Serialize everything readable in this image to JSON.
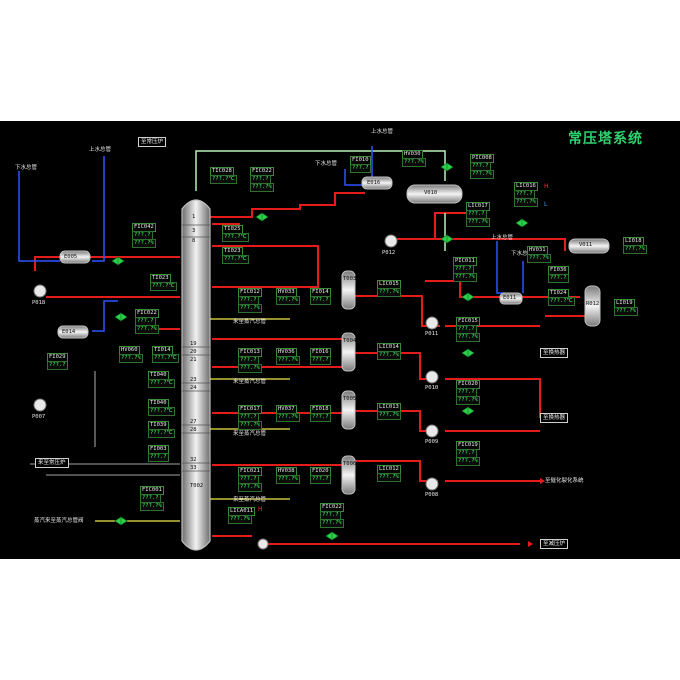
{
  "title": "常压塔系统",
  "colors": {
    "background": "#000000",
    "product_line": "#e51c1c",
    "water_line": "#2a55ff",
    "steam_line": "#f0e64a",
    "vapor_line": "#b8f0b8",
    "tag_border": "#3a8a3a",
    "value_text": "#39ff5a",
    "title_color": "#2fd26e"
  },
  "headers": {
    "to_furnace_top": "至常压炉",
    "water_main_1": "上水总管",
    "water_main_2": "下水总管",
    "water_main_3": "上水总管",
    "water_main_4": "下水总管",
    "water_main_5": "上水总管",
    "water_main_6": "下水总管",
    "from_furnace": "来至常压炉",
    "steam_1": "来至蒸汽总管",
    "steam_2": "来至蒸汽总管",
    "steam_3": "来至蒸汽总管",
    "steam_4": "来至蒸汽总管",
    "steam_bottom": "蒸汽来至蒸汽总管阀",
    "out_1": "至换热器",
    "out_2": "至换热器",
    "out_3": "至催化裂化系统",
    "out_4": "至减压炉"
  },
  "equipment": {
    "tower": "T002",
    "drum": "V010",
    "drum2": "V011",
    "e1": "E016",
    "e2": "E011",
    "e3": "E005",
    "e4": "E014",
    "s1": "T003",
    "s2": "T004",
    "s3": "T005",
    "s4": "T006",
    "r1": "R012",
    "pumps": [
      "P012",
      "P018",
      "P007",
      "P011",
      "P010",
      "P009",
      "P008"
    ]
  },
  "trays": [
    "1",
    "3",
    "8",
    "19",
    "20",
    "21",
    "23",
    "24",
    "27",
    "28",
    "32",
    "33"
  ],
  "instruments": [
    {
      "tag": "FIC042",
      "v1": "???.?",
      "v2": "???.?%"
    },
    {
      "tag": "TI023",
      "v1": "???.?℃"
    },
    {
      "tag": "FIC022",
      "v1": "???.?",
      "v2": "???.?%"
    },
    {
      "tag": "FI029",
      "v1": "???.?"
    },
    {
      "tag": "HV060",
      "v1": "???.?%"
    },
    {
      "tag": "TI014",
      "v1": "???.?℃"
    },
    {
      "tag": "TI040",
      "v1": "???.?℃"
    },
    {
      "tag": "TI040",
      "v1": "???.?℃"
    },
    {
      "tag": "TI039",
      "v1": "???.?℃"
    },
    {
      "tag": "FI003",
      "v1": "???.?"
    },
    {
      "tag": "FIC001",
      "v1": "???.?",
      "v2": "???.?%"
    },
    {
      "tag": "TIC028",
      "v1": "???.?℃"
    },
    {
      "tag": "FIC022",
      "v1": "???.?",
      "v2": "???.?%"
    },
    {
      "tag": "TI025",
      "v1": "???.?℃"
    },
    {
      "tag": "TI023",
      "v1": "???.?℃"
    },
    {
      "tag": "FIC012",
      "v1": "???.?",
      "v2": "???.?%"
    },
    {
      "tag": "HV033",
      "v1": "???.?%"
    },
    {
      "tag": "FI014",
      "v1": "???.?"
    },
    {
      "tag": "FIC013",
      "v1": "???.?",
      "v2": "???.?%"
    },
    {
      "tag": "HV036",
      "v1": "???.?%"
    },
    {
      "tag": "FI016",
      "v1": "???.?"
    },
    {
      "tag": "FIC017",
      "v1": "???.?",
      "v2": "???.?%"
    },
    {
      "tag": "HV037",
      "v1": "???.?%"
    },
    {
      "tag": "FI018",
      "v1": "???.?"
    },
    {
      "tag": "FIC021",
      "v1": "???.?",
      "v2": "???.?%"
    },
    {
      "tag": "HV038",
      "v1": "???.?%"
    },
    {
      "tag": "FI020",
      "v1": "???.?"
    },
    {
      "tag": "LICA011",
      "v1": "???.?%"
    },
    {
      "tag": "FIC022",
      "v1": "???.?",
      "v2": "???.?%"
    },
    {
      "tag": "FI010",
      "v1": "???.?"
    },
    {
      "tag": "HV030",
      "v1": "???.?%"
    },
    {
      "tag": "PIC008",
      "v1": "???.?",
      "v2": "???.?%"
    },
    {
      "tag": "LIC016",
      "v1": "???.?",
      "v2": "???.?%"
    },
    {
      "tag": "LIC017",
      "v1": "???.?",
      "v2": "???.?%"
    },
    {
      "tag": "LIC015",
      "v1": "???.?%"
    },
    {
      "tag": "LIC014",
      "v1": "???.?%"
    },
    {
      "tag": "LIC013",
      "v1": "???.?%"
    },
    {
      "tag": "LIC012",
      "v1": "???.?%"
    },
    {
      "tag": "PIC011",
      "v1": "???.?",
      "v2": "???.?%"
    },
    {
      "tag": "FIC015",
      "v1": "???.?",
      "v2": "???.?%"
    },
    {
      "tag": "FIC020",
      "v1": "???.?",
      "v2": "???.?%"
    },
    {
      "tag": "FIC019",
      "v1": "???.?",
      "v2": "???.?%"
    },
    {
      "tag": "HV031",
      "v1": "???.?%"
    },
    {
      "tag": "FI036",
      "v1": "???.?"
    },
    {
      "tag": "TI024",
      "v1": "???.?℃"
    },
    {
      "tag": "LI018",
      "v1": "???.?%"
    },
    {
      "tag": "LI019",
      "v1": "???.?%"
    }
  ],
  "limits": {
    "h": "H",
    "l": "L"
  }
}
